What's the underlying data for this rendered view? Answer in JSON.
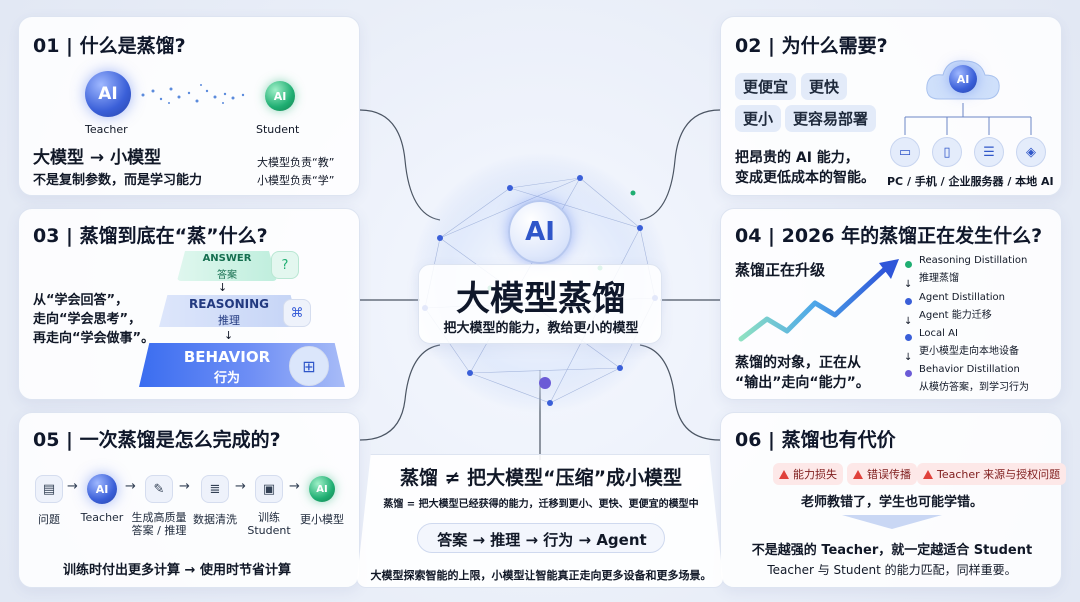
{
  "center": {
    "logo": "AI",
    "title": "大模型蒸馏",
    "subtitle": "把大模型的能力，教给更小的模型"
  },
  "s01": {
    "title": "01 | 什么是蒸馏?",
    "teacher_logo": "AI",
    "student_logo": "AI",
    "teacher_label": "Teacher",
    "student_label": "Student",
    "headline": "大模型 → 小模型",
    "sub": "不是复制参数，而是学习能力",
    "note1": "大模型负责“教”",
    "note2": "小模型负责“学”"
  },
  "s02": {
    "title": "02 | 为什么需要?",
    "chips": [
      "更便宜",
      "更快",
      "更小",
      "更容易部署"
    ],
    "cloud_logo": "AI",
    "body1": "把昂贵的 AI 能力，",
    "body2": "变成更低成本的智能。",
    "devices_label": "PC / 手机 / 企业服务器 / 本地 AI",
    "device_icons": [
      "pc-icon",
      "phone-icon",
      "server-icon",
      "local-ai-icon"
    ]
  },
  "s03": {
    "title": "03 | 蒸馏到底在“蒸”什么?",
    "left1": "从“学会回答”，",
    "left2": "走向“学会思考”，",
    "left3": "再走向“学会做事”。",
    "layers": [
      {
        "en": "ANSWER",
        "zh": "答案"
      },
      {
        "en": "REASONING",
        "zh": "推理"
      },
      {
        "en": "BEHAVIOR",
        "zh": "行为"
      }
    ],
    "down_arrow": "↓",
    "answer_icon": "?"
  },
  "s04": {
    "title": "04 | 2026 年的蒸馏正在发生什么?",
    "upgrade": "蒸馏正在升级",
    "obj1": "蒸馏的对象，正在从",
    "obj2": "“输出”走向“能力”。",
    "milestones": [
      {
        "en": "Reasoning Distillation",
        "zh": "推理蒸馏"
      },
      {
        "en": "Agent Distillation",
        "zh": "Agent 能力迁移"
      },
      {
        "en": "Local AI",
        "zh": "更小模型走向本地设备"
      },
      {
        "en": "Behavior Distillation",
        "zh": "从模仿答案，到学习行为"
      }
    ],
    "down_arrow": "↓"
  },
  "s05": {
    "title": "05 | 一次蒸馏是怎么完成的?",
    "steps": [
      "问题",
      "Teacher",
      "生成高质量\n答案 / 推理",
      "数据清洗",
      "训练\nStudent",
      "更小模型"
    ],
    "teacher_logo": "AI",
    "small_logo": "AI",
    "arrow": "→",
    "footer": "训练时付出更多计算 → 使用时节省计算"
  },
  "s06": {
    "title": "06 | 蒸馏也有代价",
    "badges": [
      "能力损失",
      "错误传播",
      "Teacher 来源与授权问题"
    ],
    "line1": "老师教错了，学生也可能学错。",
    "line2": "不是越强的 Teacher，就一定越适合 Student",
    "line3": "Teacher 与 Student 的能力匹配，同样重要。"
  },
  "bottom": {
    "headline": "蒸馏 ≠ 把大模型“压缩”成小模型",
    "def": "蒸馏 = 把大模型已经获得的能力，迁移到更小、更快、更便宜的模型中",
    "flow": "答案 → 推理 → 行为 → Agent",
    "footer": "大模型探索智能的上限，小模型让智能真正走向更多设备和更多场景。"
  },
  "colors": {
    "accent_blue": "#3a5fd8",
    "accent_green": "#1fae72",
    "warning_red": "#e0413b"
  }
}
